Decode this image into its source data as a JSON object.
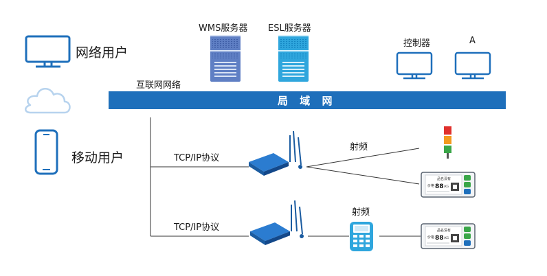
{
  "labels": {
    "net_user": "网络用户",
    "mobile_user": "移动用户",
    "wms_server": "WMS服务器",
    "esl_server": "ESL服务器",
    "controller": "控制器",
    "a": "A",
    "internet": "互联网网络",
    "lan": "局 域 网",
    "tcpip_1": "TCP/IP协议",
    "tcpip_2": "TCP/IP协议",
    "rf_1": "射频",
    "rf_2": "射频"
  },
  "esl_tag": {
    "title": "品名没有",
    "price_label": "价格",
    "price": "88",
    "unit": "/KG"
  },
  "colors": {
    "primary": "#1e6fbb",
    "wms_server": "#5f7fc4",
    "esl_server": "#2fa6dd",
    "light_line": "#b7d3ee",
    "signal_red": "#e0302c",
    "signal_orange": "#f39a1e",
    "signal_green": "#3aa648"
  },
  "icons": [
    "monitor-icon",
    "cloud-icon",
    "smartphone-icon",
    "server-icon",
    "router-icon",
    "signal-light-icon",
    "esl-tag-icon",
    "handheld-icon"
  ]
}
